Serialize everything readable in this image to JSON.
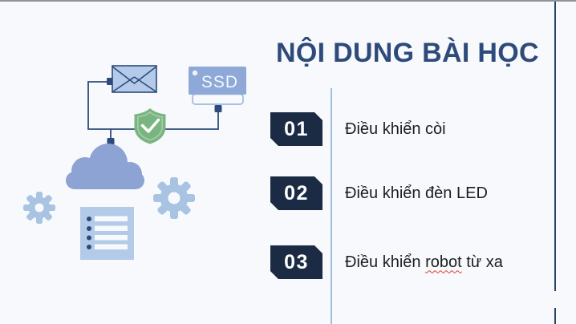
{
  "slide": {
    "title": "NỘI DUNG BÀI HỌC",
    "items": [
      {
        "number": "01",
        "label": "Điều khiển còi"
      },
      {
        "number": "02",
        "label": "Điều khiển đèn LED"
      },
      {
        "number": "03",
        "label": "Điều khiển robot từ xa",
        "label_parts": {
          "before": "Điều khiển ",
          "misspelled": "robot",
          "after": " từ xa"
        }
      }
    ],
    "illustration": {
      "ssd_label": "SSD",
      "icons": [
        "envelope-icon",
        "ssd-drive-icon",
        "shield-check-icon",
        "cloud-icon",
        "gear-icon-small",
        "gear-icon-large",
        "document-list-icon",
        "connector-lines"
      ]
    },
    "colors": {
      "background": "#f7f9fc",
      "title": "#2e4a7b",
      "badge_bg": "#1b2b44",
      "badge_text": "#ffffff",
      "item_text": "#1d1d1f",
      "divider": "#a0bddf",
      "right_accent_line": "#274569",
      "top_border": "#8f949c",
      "connector_navy": "#2e4a7c",
      "icon_light_blue": "#b3cbe8",
      "ssd_blue": "#8ea9d8",
      "cloud_blue": "#8ca3d3",
      "gear_blue": "#a9c3e3",
      "shield_green": "#7ab581",
      "spellcheck_red": "#e03e2d"
    }
  }
}
